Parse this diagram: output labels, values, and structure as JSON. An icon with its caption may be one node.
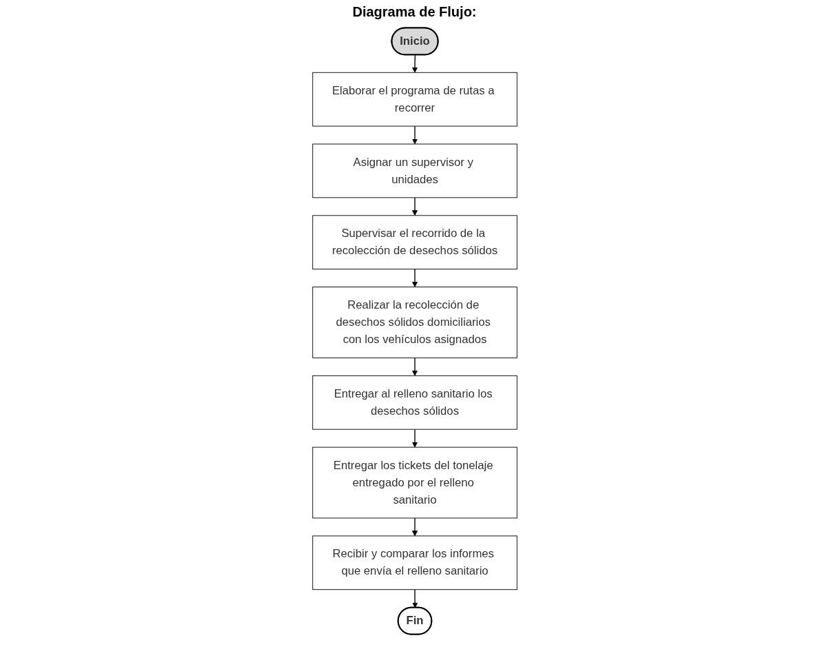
{
  "diagram": {
    "title": "Diagrama de Flujo:",
    "nodes": [
      {
        "text": [
          "Inicio"
        ]
      },
      {
        "text": [
          "Elaborar el programa de rutas a recorrer"
        ]
      },
      {
        "text": [
          "Asignar un supervisor y unidades"
        ]
      },
      {
        "text": [
          "Supervisar el recorrido de la recolección de desechos sólidos"
        ]
      },
      {
        "text": [
          "Realizar la recolección de desechos sólidos domiciliarios con los vehículos asignados"
        ]
      },
      {
        "text": [
          "Entregar al relleno sanitario los desechos sólidos"
        ]
      },
      {
        "text": [
          "Entregar los tickets del tonelaje entregado por el relleno sanitario"
        ]
      },
      {
        "text": [
          "Recibir y comparar los informes que envía el relleno sanitario"
        ]
      },
      {
        "text": [
          "Fin"
        ]
      }
    ],
    "edges": [
      {
        "from": 0,
        "to": 1,
        "arrow": "to"
      },
      {
        "from": 1,
        "to": 2,
        "arrow": "to"
      },
      {
        "from": 2,
        "to": 3,
        "arrow": "to"
      },
      {
        "from": 3,
        "to": 4,
        "arrow": "to"
      },
      {
        "from": 4,
        "to": 5,
        "arrow": "to"
      },
      {
        "from": 5,
        "to": 6,
        "arrow": "to"
      },
      {
        "from": 6,
        "to": 7,
        "arrow": "to"
      },
      {
        "from": 7,
        "to": 8,
        "arrow": "to"
      }
    ]
  }
}
